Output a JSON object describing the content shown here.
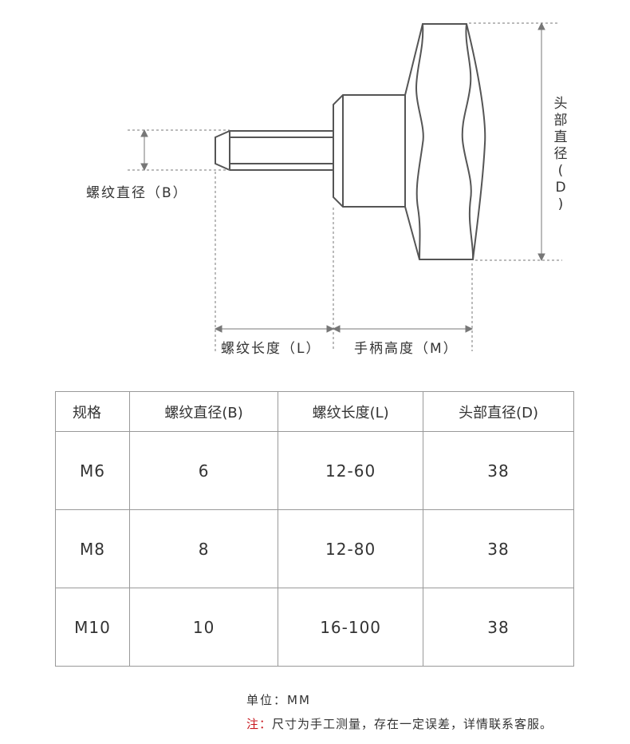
{
  "diagram": {
    "labels": {
      "thread_diameter": "螺纹直径（B）",
      "thread_length": "螺纹长度（L）",
      "handle_height": "手柄高度（M）",
      "head_diameter_chars": [
        "头",
        "部",
        "直",
        "径",
        "(",
        "D",
        ")"
      ]
    },
    "colors": {
      "outline": "#555555",
      "dimension": "#777777"
    }
  },
  "table": {
    "headers": [
      "规格",
      "螺纹直径(B)",
      "螺纹长度(L)",
      "头部直径(D)"
    ],
    "rows": [
      [
        "M6",
        "6",
        "12-60",
        "38"
      ],
      [
        "M8",
        "8",
        "12-80",
        "38"
      ],
      [
        "M10",
        "10",
        "16-100",
        "38"
      ]
    ]
  },
  "notes": {
    "unit": "单位：MM",
    "note_mark": "注：",
    "note_text": "尺寸为手工测量，存在一定误差，详情联系客服。"
  }
}
